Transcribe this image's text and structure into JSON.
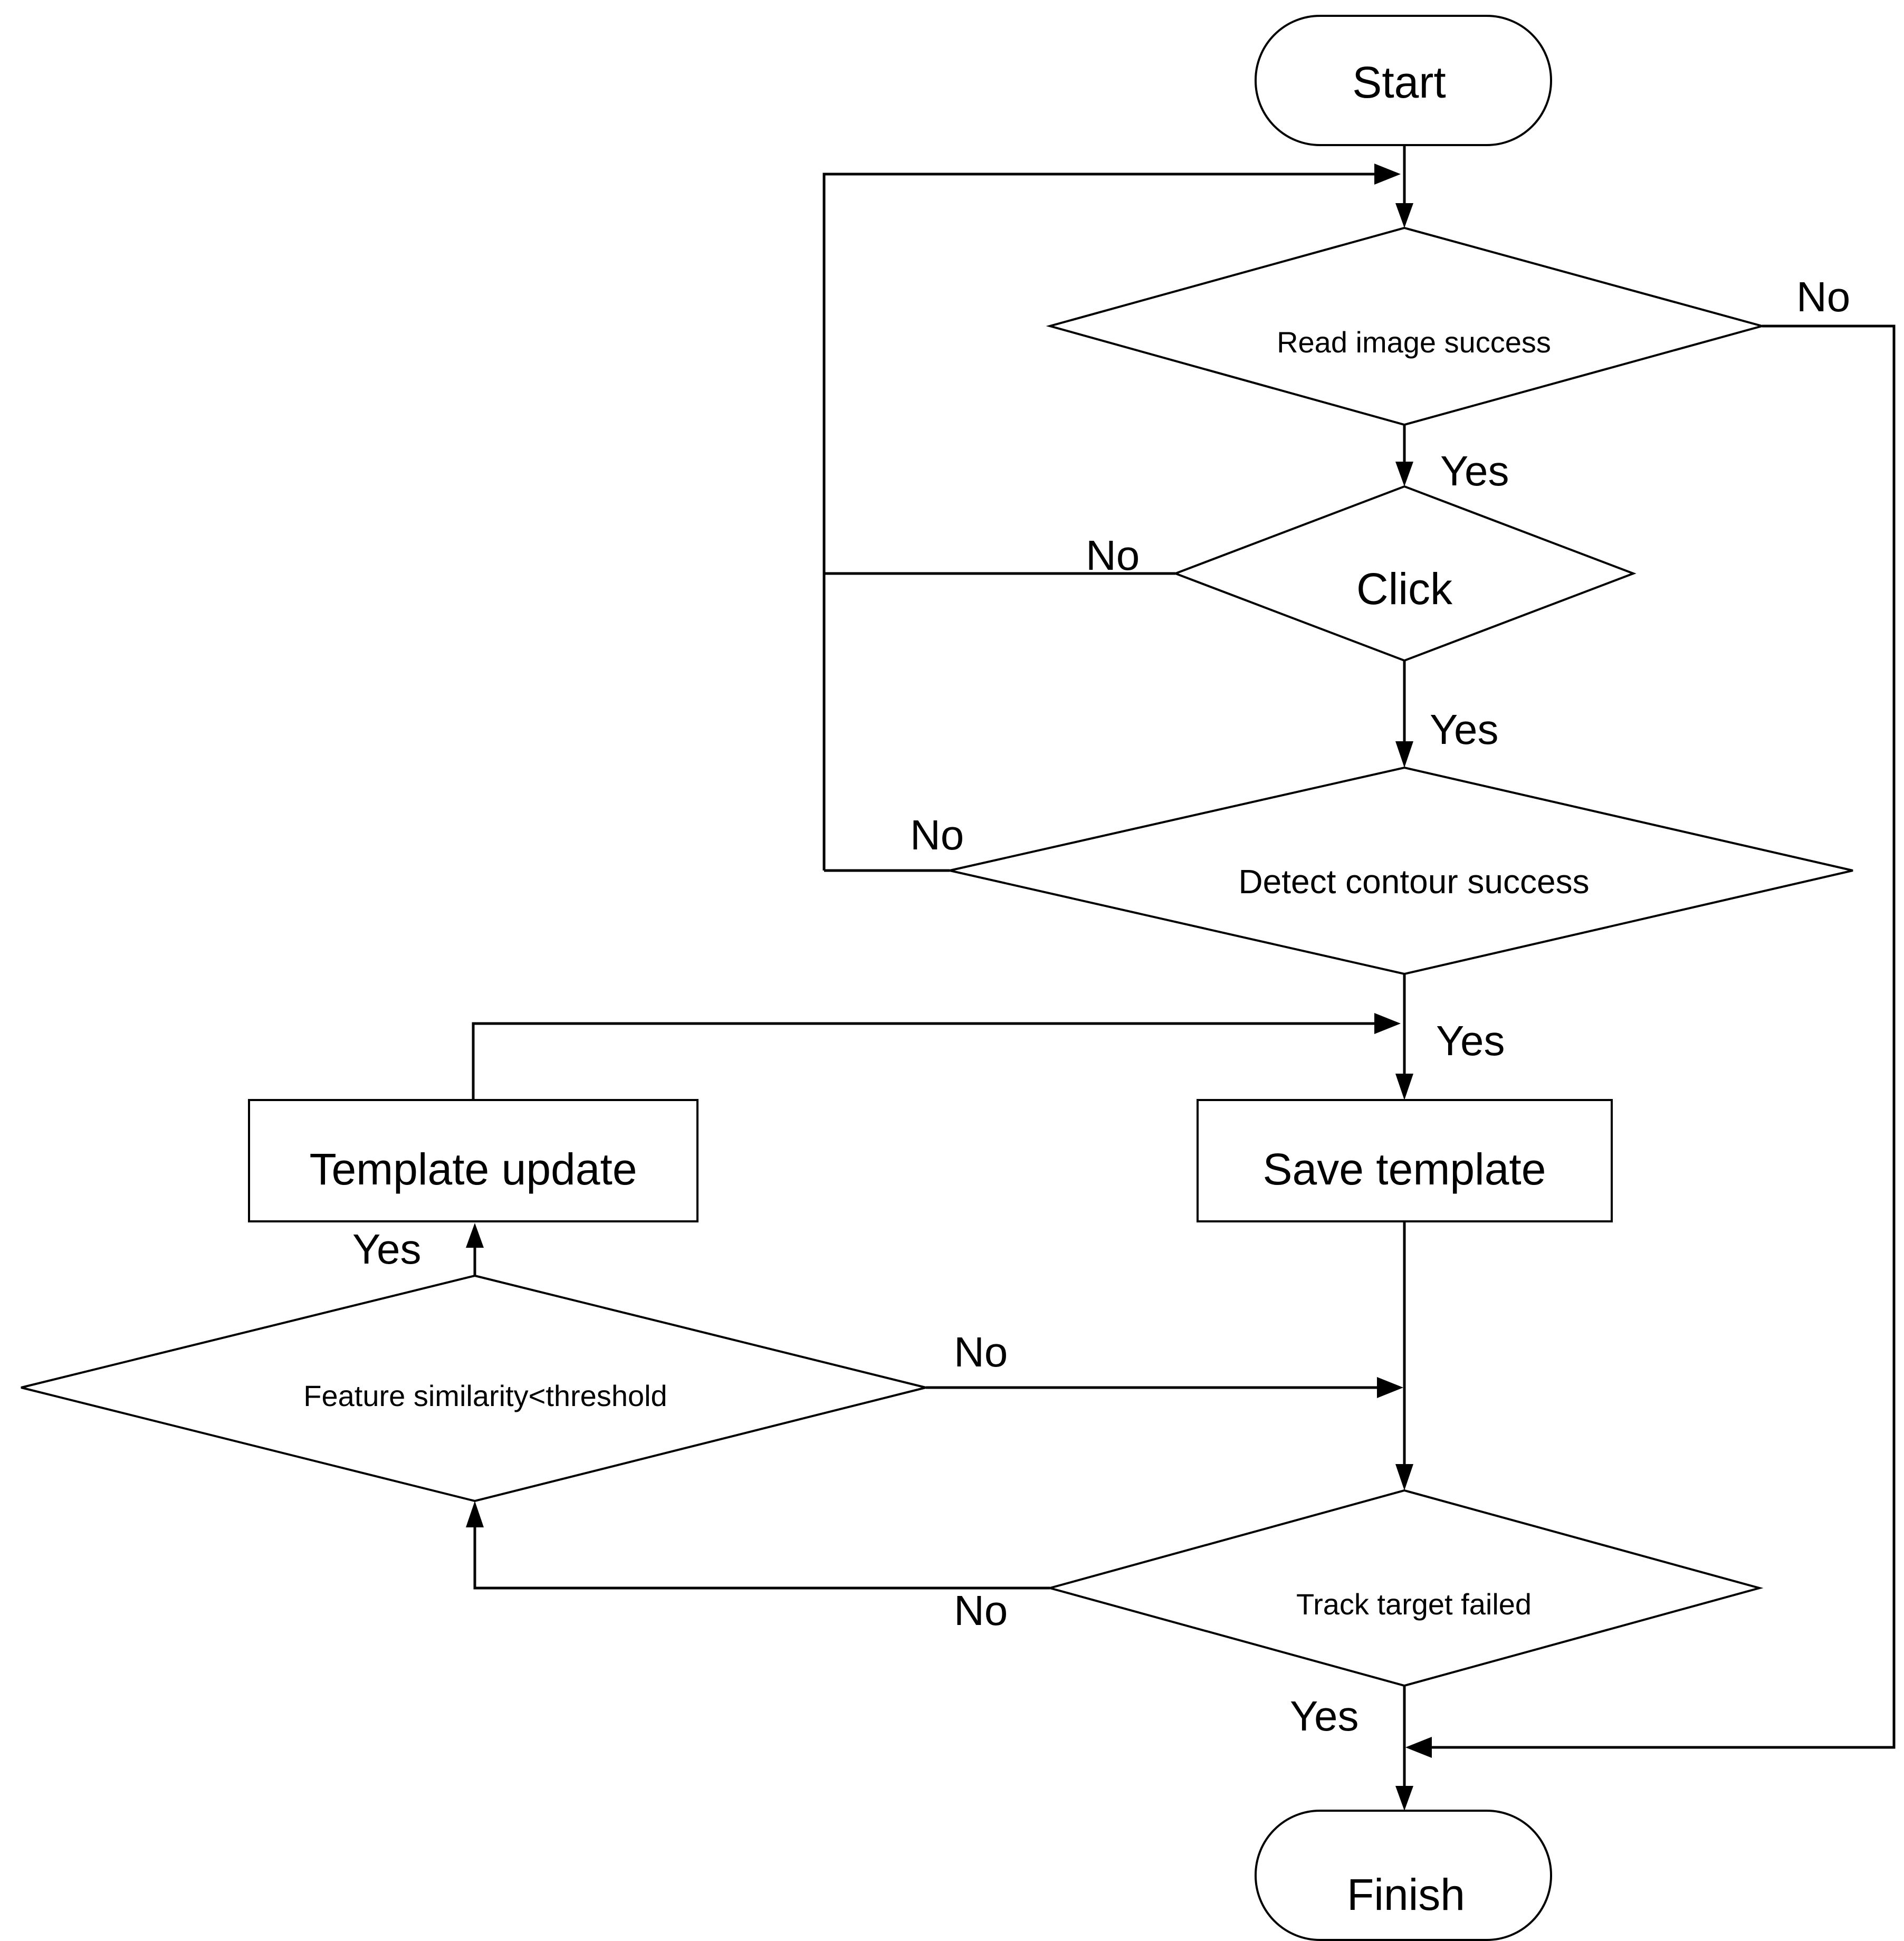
{
  "nodes": {
    "start": "Start",
    "read_image": "Read image success",
    "click": "Click",
    "detect_contour": "Detect contour success",
    "save_template": "Save template",
    "template_update": "Template update",
    "feature_similarity": "Feature similarity<threshold",
    "track_target": "Track target failed",
    "finish": "Finish"
  },
  "edge_labels": {
    "read_no": "No",
    "read_yes": "Yes",
    "click_no": "No",
    "click_yes": "Yes",
    "detect_no": "No",
    "detect_yes": "Yes",
    "similarity_yes": "Yes",
    "similarity_no": "No",
    "track_no": "No",
    "track_yes": "Yes"
  },
  "colors": {
    "line": "#000000",
    "background": "#ffffff"
  }
}
